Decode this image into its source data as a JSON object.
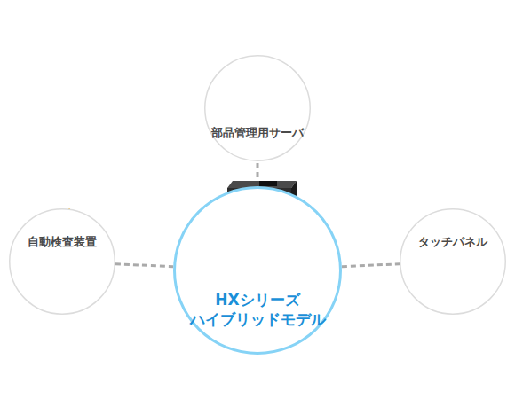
{
  "diagram": {
    "nodes": [
      {
        "text": [
          "部品管理用サーバ"
        ]
      },
      {
        "text": [
          "自動検査装置"
        ]
      },
      {
        "text": [
          "HXシリーズ ハイブリッドモデル"
        ]
      },
      {
        "text": [
          "タッチパネル"
        ]
      }
    ],
    "edges": [
      {
        "from": 2,
        "to": 0,
        "arrow": "none"
      },
      {
        "from": 1,
        "to": 2,
        "arrow": "none"
      },
      {
        "from": 2,
        "to": 3,
        "arrow": "none"
      }
    ],
    "labels": [
      "HX"
    ]
  }
}
